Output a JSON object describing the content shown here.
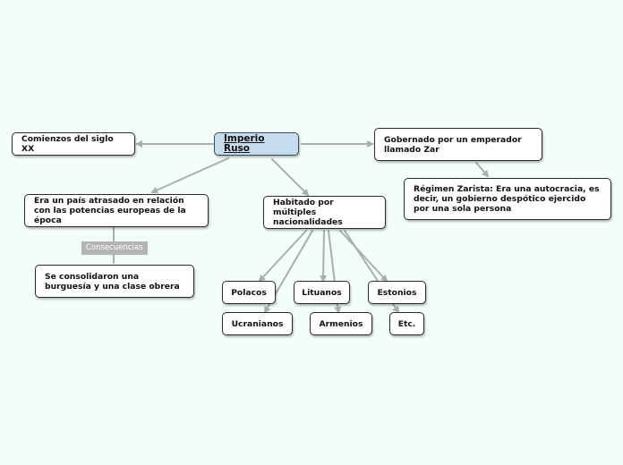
{
  "root": {
    "label": "Imperio Ruso"
  },
  "nodes": {
    "comienzos": "Comienzos del siglo XX",
    "gobernado": "Gobernado por un emperador llamado Zar",
    "regimen": "Régimen Zarista: Era una autocracia, es decir, un gobierno despótico ejercido por una sola persona",
    "atrasado": "Era un país atrasado en relación con las potencias europeas de la época",
    "burguesia": "Se consolidaron una burguesía y una clase obrera",
    "habitado": "Habitado por múltiples nacionalidades",
    "polacos": "Polacos",
    "ucranianos": "Ucranianos",
    "lituanos": "Lituanos",
    "armenios": "Armenios",
    "estonios": "Estonios",
    "etc": "Etc."
  },
  "relationship_label": "Consecuencias",
  "colors": {
    "background": "#f3fdfb",
    "root_fill": "#c6dcef",
    "connector": "#a9aeae",
    "label_fill": "#b4b4b4"
  }
}
